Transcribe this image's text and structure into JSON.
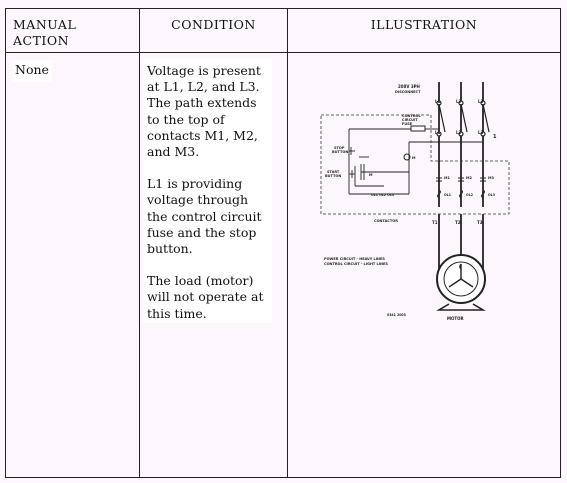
{
  "headers": {
    "manual_action": "MANUAL ACTION",
    "condition": "CONDITION",
    "illustration": "ILLUSTRATION"
  },
  "row": {
    "manual_action": "None",
    "condition_paragraphs": [
      "Voltage is present at L1, L2, and L3. The path extends to the top of contacts M1, M2, and M3.",
      "L1 is providing voltage through the control circuit fuse and the stop button.",
      "The load (motor) will not operate at this time."
    ]
  },
  "diagram": {
    "disconnect_label": [
      "208V 3PH",
      "DISCONNECT"
    ],
    "line_labels": [
      "L1",
      "L2",
      "L3"
    ],
    "fuse_label": [
      "CONTROL",
      "CIRCUIT",
      "FUSE"
    ],
    "stop_label": [
      "STOP",
      "BUTTON"
    ],
    "start_label": [
      "START",
      "BUTTON"
    ],
    "coil_label": "M",
    "aux_label": "M",
    "ol_contacts_label": "OL1  OL2  OL3",
    "contact_labels": [
      "M1",
      "M2",
      "M3"
    ],
    "overload_labels": [
      "OL1",
      "OL2",
      "OL3"
    ],
    "contactor_label": "CONTACTOR",
    "terminal_labels": [
      "T1",
      "T2",
      "T3"
    ],
    "legend": [
      "POWER CIRCUIT - HEAVY LINES",
      "CONTROL CIRCUIT - LIGHT LINES"
    ],
    "figure_id": "0341 2003",
    "motor_label": "MOTOR",
    "marker": "1"
  }
}
